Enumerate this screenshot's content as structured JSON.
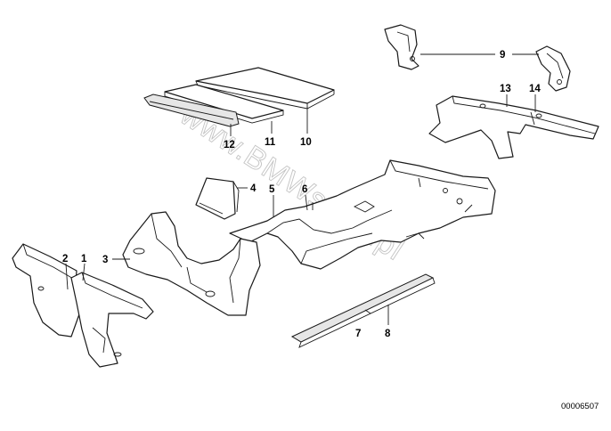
{
  "diagram": {
    "watermark": "www.BMWstore.pl",
    "reference_code": "00006507",
    "callouts": {
      "c1": "1",
      "c2": "2",
      "c3": "3",
      "c4": "4",
      "c5": "5",
      "c6": "6",
      "c7": "7",
      "c8": "8",
      "c9": "9",
      "c10": "10",
      "c11": "11",
      "c12": "12",
      "c13": "13",
      "c14": "14"
    }
  }
}
